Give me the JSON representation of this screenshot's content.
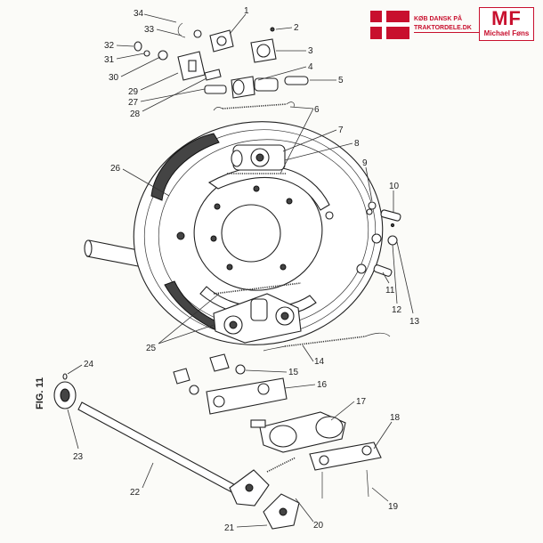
{
  "figure": {
    "label": "FIG. 11"
  },
  "logo": {
    "tagline_line1": "KØB DANSK PÅ",
    "tagline_line2": "TRAKTORDELE.DK",
    "brand": "MF",
    "brand_name": "Michael Føns"
  },
  "callouts": [
    "1",
    "2",
    "3",
    "4",
    "5",
    "6",
    "7",
    "8",
    "9",
    "10",
    "11",
    "12",
    "13",
    "14",
    "15",
    "16",
    "17",
    "18",
    "19",
    "20",
    "21",
    "22",
    "23",
    "24",
    "25",
    "26",
    "27",
    "28",
    "29",
    "30",
    "31",
    "32",
    "33",
    "34"
  ],
  "colors": {
    "brand_red": "#c8102e",
    "ink": "#222222"
  }
}
